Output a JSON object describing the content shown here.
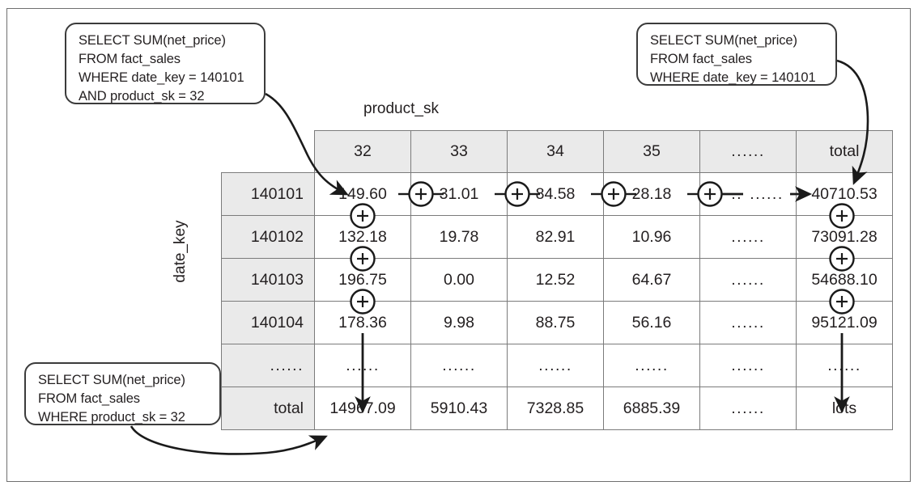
{
  "callouts": {
    "top_left": {
      "name": "sql-cell-query",
      "lines": [
        "SELECT SUM(net_price)",
        "FROM fact_sales",
        "WHERE date_key = 140101",
        "AND product_sk = 32"
      ]
    },
    "top_right": {
      "name": "sql-row-total-query",
      "lines": [
        "SELECT SUM(net_price)",
        "FROM fact_sales",
        "WHERE date_key = 140101"
      ]
    },
    "bottom_left": {
      "name": "sql-column-total-query",
      "lines": [
        "SELECT SUM(net_price)",
        "FROM fact_sales",
        "WHERE product_sk = 32"
      ]
    }
  },
  "axes": {
    "column_axis_title": "product_sk",
    "row_axis_title": "date_key"
  },
  "chart_data": {
    "type": "table",
    "title": "",
    "xlabel": "product_sk",
    "ylabel": "date_key",
    "column_headers": [
      "32",
      "33",
      "34",
      "35",
      "......",
      "total"
    ],
    "row_headers": [
      "140101",
      "140102",
      "140103",
      "140104",
      "......",
      "total"
    ],
    "rows": [
      {
        "header": "140101",
        "values": [
          "149.60",
          "31.01",
          "84.58",
          "28.18",
          "......",
          "40710.53"
        ]
      },
      {
        "header": "140102",
        "values": [
          "132.18",
          "19.78",
          "82.91",
          "10.96",
          "......",
          "73091.28"
        ]
      },
      {
        "header": "140103",
        "values": [
          "196.75",
          "0.00",
          "12.52",
          "64.67",
          "......",
          "54688.10"
        ]
      },
      {
        "header": "140104",
        "values": [
          "178.36",
          "9.98",
          "88.75",
          "56.16",
          "......",
          "95121.09"
        ]
      },
      {
        "header": "......",
        "values": [
          "......",
          "......",
          "......",
          "......",
          "......",
          "......"
        ]
      },
      {
        "header": "total",
        "values": [
          "14967.09",
          "5910.43",
          "7328.85",
          "6885.39",
          "......",
          "lots"
        ]
      }
    ],
    "annotations": {
      "plus_glyph": "+",
      "ellipsis": "......",
      "row_sum_direction": "left-to-right across row 140101 into total",
      "column_sum_direction": "top-to-bottom down column 32 into total"
    }
  },
  "colors": {
    "header_fill": "#eaeaea",
    "grid_line": "#7b7b7b",
    "frame": "#6f6f6f",
    "text": "#231f20",
    "arrow": "#1a1a1a"
  }
}
